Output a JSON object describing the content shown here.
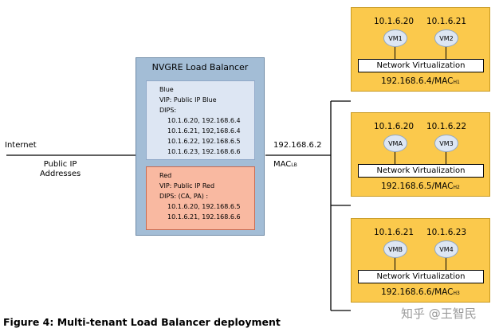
{
  "internet": {
    "label": "Internet",
    "addresses_label": "Public IP\nAddresses"
  },
  "load_balancer": {
    "title": "NVGRE Load Balancer",
    "link_ip": "192.168.6.2",
    "link_mac": "MAC",
    "link_mac_sub": "LB",
    "tenants": [
      {
        "name": "Blue",
        "color": "#dde6f3",
        "lines": [
          "Blue",
          "VIP: Public IP Blue",
          "DIPS:",
          "10.1.6.20, 192.168.6.4",
          "10.1.6.21, 192,168.6.4",
          "10.1.6.22, 192.168.6.5",
          "10.1.6.23, 192.168.6.6"
        ]
      },
      {
        "name": "Red",
        "color": "#f9b9a1",
        "lines": [
          "Red",
          "VIP: Public IP Red",
          "DIPS: (CA, PA) :",
          "10.1.6.20, 192.168.6.5",
          "10.1.6.21, 192.168.6.6"
        ]
      }
    ]
  },
  "hosts": [
    {
      "ip_left": "10.1.6.20",
      "ip_right": "10.1.6.21",
      "vm_left": "VM1",
      "vm_right": "VM2",
      "nv_label": "Network Virtualization",
      "pa_label": "192.168.6.4/MAC",
      "mac_sub": "H1"
    },
    {
      "ip_left": "10.1.6.20",
      "ip_right": "10.1.6.22",
      "vm_left": "VMA",
      "vm_right": "VM3",
      "nv_label": "Network Virtualization",
      "pa_label": "192.168.6.5/MAC",
      "mac_sub": "H2"
    },
    {
      "ip_left": "10.1.6.21",
      "ip_right": "10.1.6.23",
      "vm_left": "VMB",
      "vm_right": "VM4",
      "nv_label": "Network Virtualization",
      "pa_label": "192.168.6.6/MAC",
      "mac_sub": "H3"
    }
  ],
  "caption": "Figure 4: Multi-tenant Load Balancer deployment",
  "watermark": "知乎 @王智民",
  "colors": {
    "host_fill": "#fbc94c",
    "host_border": "#c99a20",
    "lb_fill": "#a3bdd6",
    "lb_border": "#6e8aa6",
    "vm_fill": "#dde6f3",
    "blue_border": "#8fa8c8",
    "red_border": "#c86a50"
  }
}
